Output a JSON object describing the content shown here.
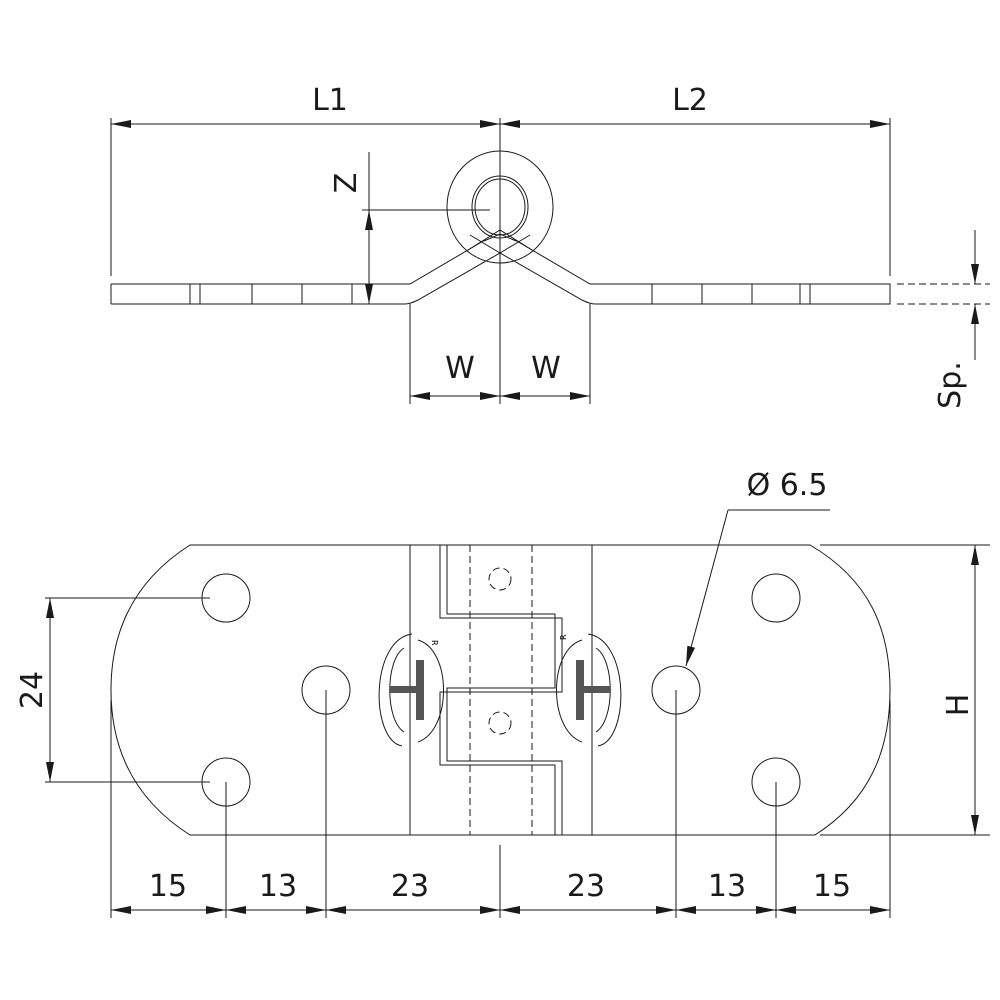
{
  "title": "Hinge technical drawing",
  "colors": {
    "line": "#1a1a1a",
    "screw_fill": "#555555"
  },
  "top_view": {
    "L1": "L1",
    "L2": "L2",
    "Z": "Z",
    "W_left": "W",
    "W_right": "W",
    "Sp": "Sp."
  },
  "bottom_view": {
    "hole_diameter": "Ø 6.5",
    "hole_spacing": "24",
    "height": "H",
    "bottom_dims": [
      "15",
      "13",
      "23",
      "23",
      "13",
      "15"
    ],
    "screw_marks": [
      "R",
      "R"
    ]
  }
}
